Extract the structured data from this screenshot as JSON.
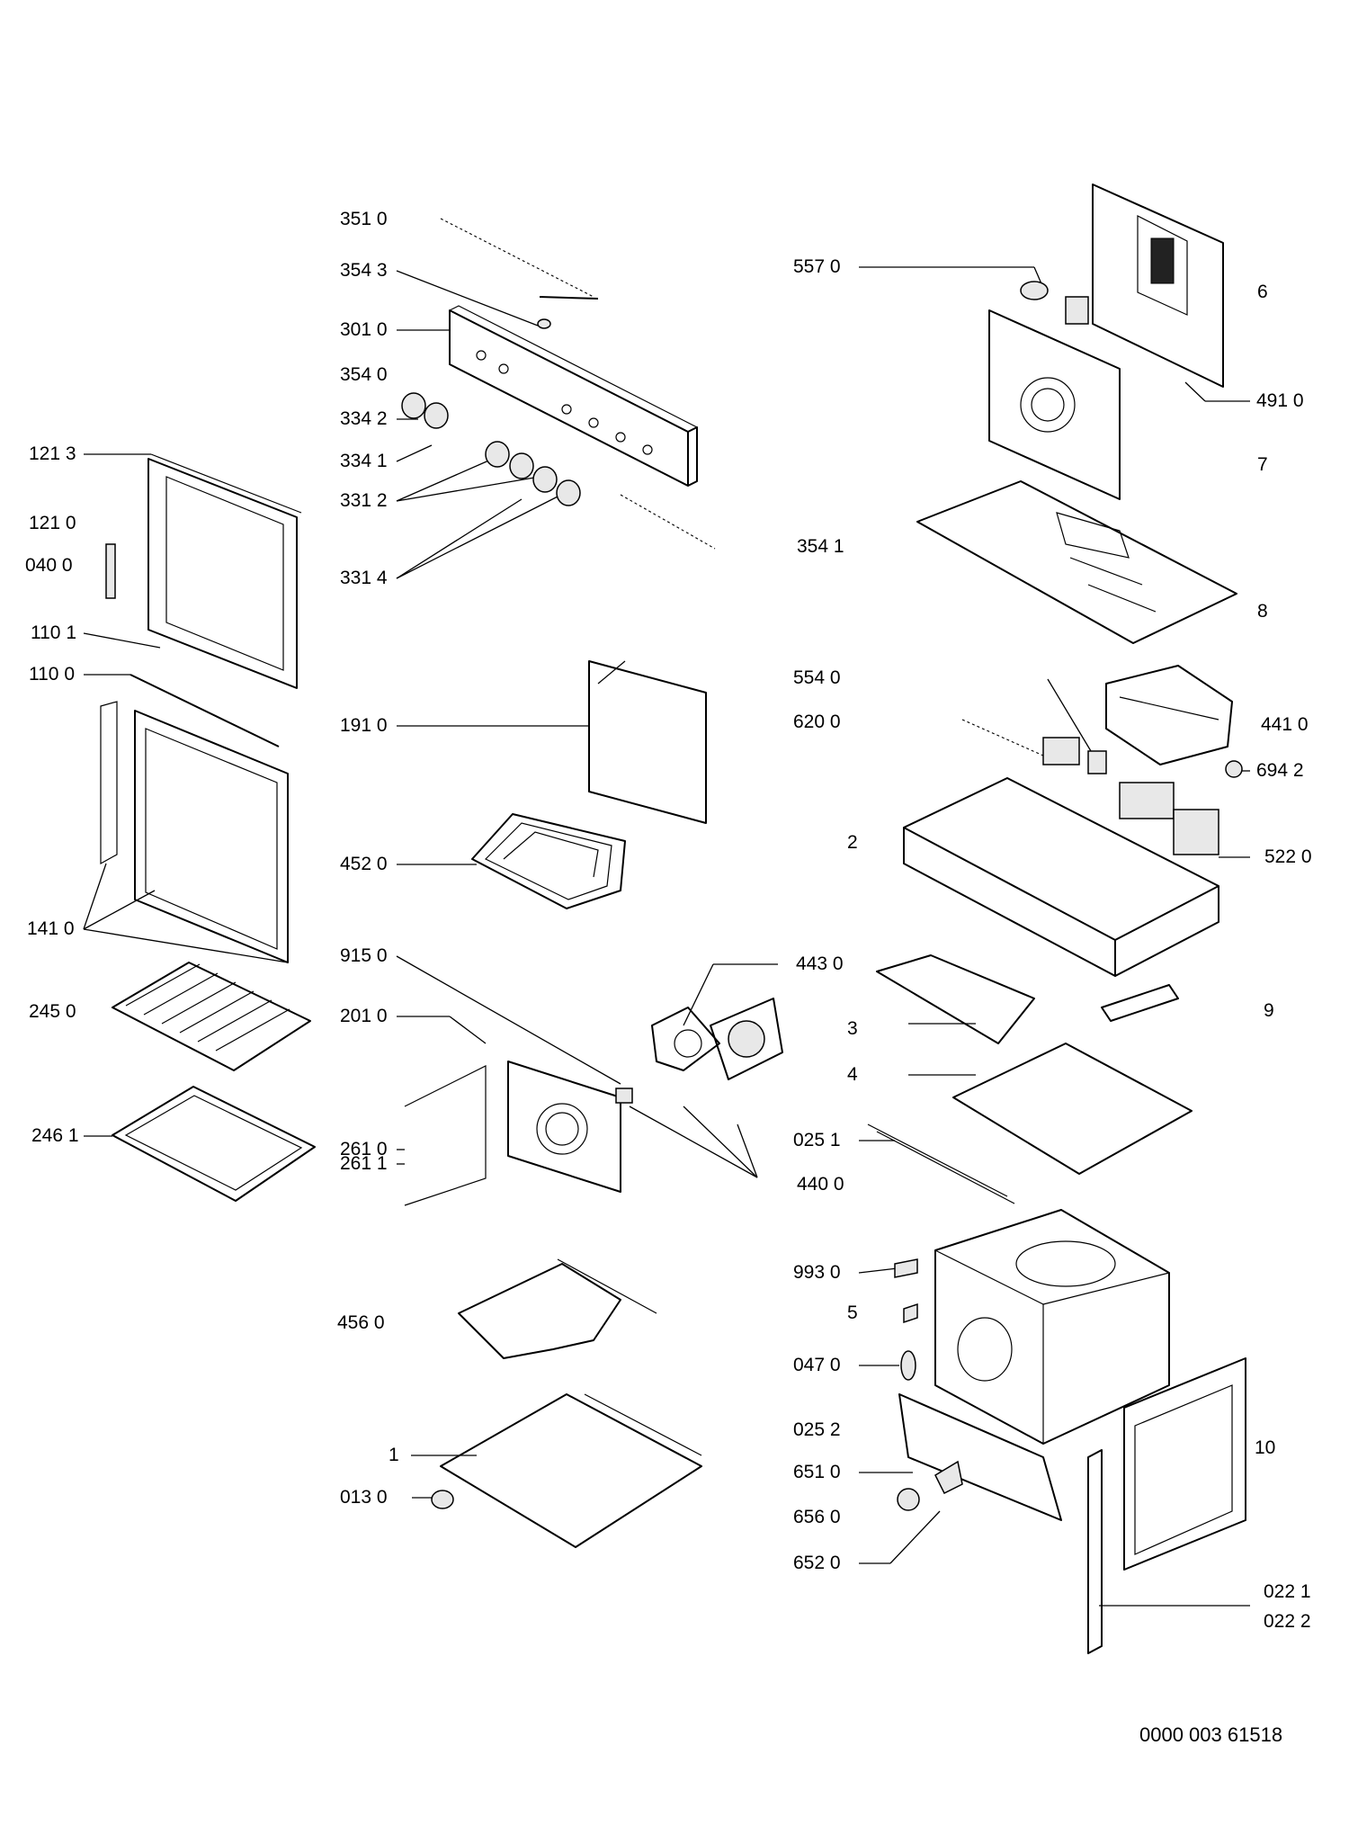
{
  "drawing_number": "0000 003 61518",
  "part_labels": {
    "p351_0": "351 0",
    "p354_3": "354 3",
    "p301_0": "301 0",
    "p354_0": "354 0",
    "p334_2": "334 2",
    "p334_1": "334 1",
    "p331_2": "331 2",
    "p331_4": "331 4",
    "p121_3": "121 3",
    "p121_0": "121 0",
    "p040_0": "040 0",
    "p110_1": "110 1",
    "p110_0": "110 0",
    "p141_0": "141 0",
    "p245_0": "245 0",
    "p246_1": "246 1",
    "p191_0": "191 0",
    "p452_0": "452 0",
    "p915_0": "915 0",
    "p201_0": "201 0",
    "p261_0": "261 0",
    "p261_1": "261 1",
    "p456_0": "456 0",
    "p1": "1",
    "p013_0": "013 0",
    "p557_0": "557 0",
    "p6": "6",
    "p491_0": "491 0",
    "p7": "7",
    "p354_1": "354 1",
    "p8": "8",
    "p554_0": "554 0",
    "p620_0": "620 0",
    "p441_0": "441 0",
    "p694_2": "694 2",
    "p2": "2",
    "p522_0": "522 0",
    "p443_0": "443 0",
    "p3": "3",
    "p9": "9",
    "p4": "4",
    "p025_1": "025 1",
    "p440_0": "440 0",
    "p993_0": "993 0",
    "p5": "5",
    "p047_0": "047 0",
    "p025_2": "025 2",
    "p651_0": "651 0",
    "p656_0": "656 0",
    "p652_0": "652 0",
    "p10": "10",
    "p022_1": "022 1",
    "p022_2": "022 2"
  }
}
